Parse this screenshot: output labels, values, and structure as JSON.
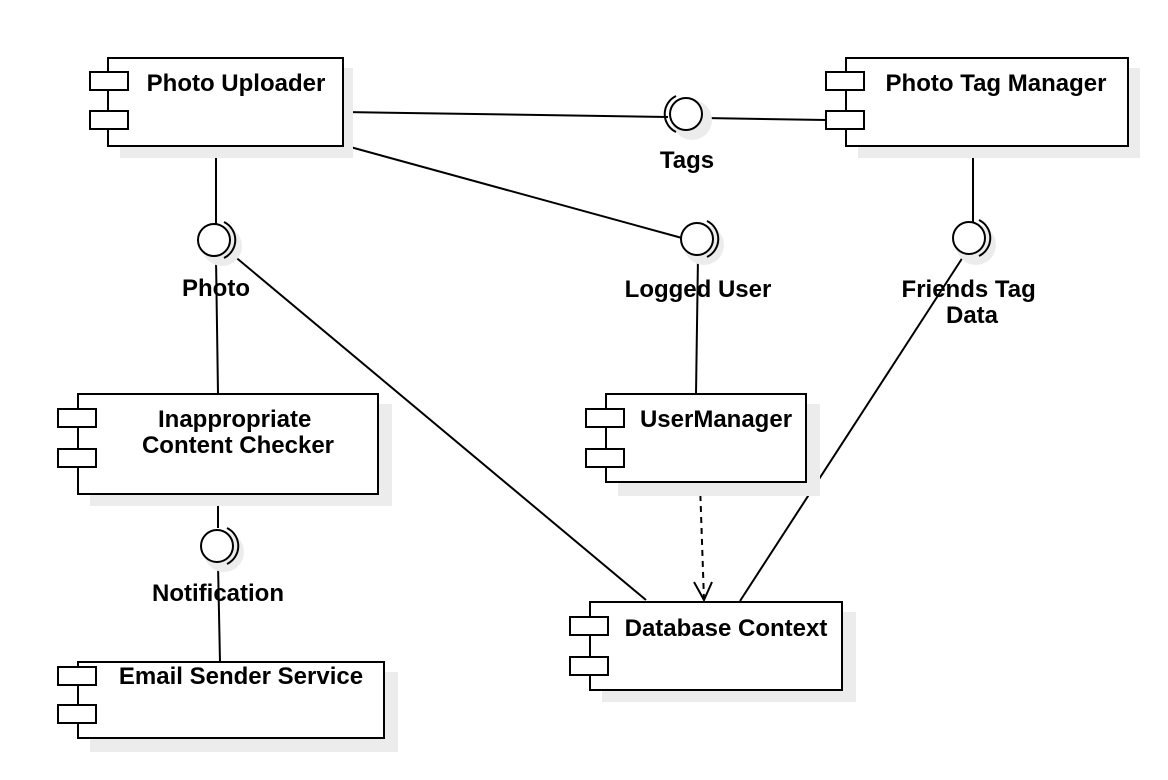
{
  "components": {
    "photo_uploader": "Photo Uploader",
    "photo_tag_manager": "Photo Tag Manager",
    "inappropriate_checker": [
      "Inappropriate",
      "Content Checker"
    ],
    "user_manager": "UserManager",
    "email_sender": "Email Sender Service",
    "database_context": "Database Context"
  },
  "interfaces": {
    "tags": "Tags",
    "photo": "Photo",
    "logged_user": "Logged User",
    "friends_tag_data": [
      "Friends Tag",
      "Data"
    ],
    "notification": "Notification"
  }
}
